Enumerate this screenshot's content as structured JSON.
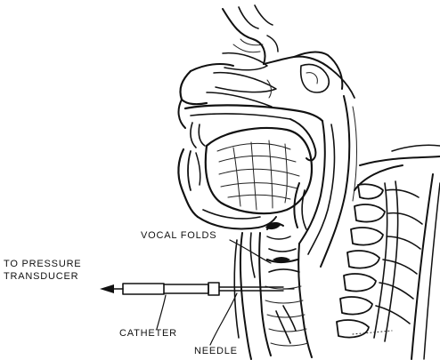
{
  "labels": {
    "vocal_folds": "VOCAL FOLDS",
    "to_pressure_line1": "TO PRESSURE",
    "to_pressure_line2": "TRANSDUCER",
    "catheter": "CATHETER",
    "needle": "NEEDLE"
  },
  "icons": {
    "head": "sagittal-head-section",
    "spine": "cervical-spine",
    "catheter": "catheter-needle-assembly"
  },
  "colors": {
    "ink": "#111111",
    "background": "#ffffff"
  }
}
